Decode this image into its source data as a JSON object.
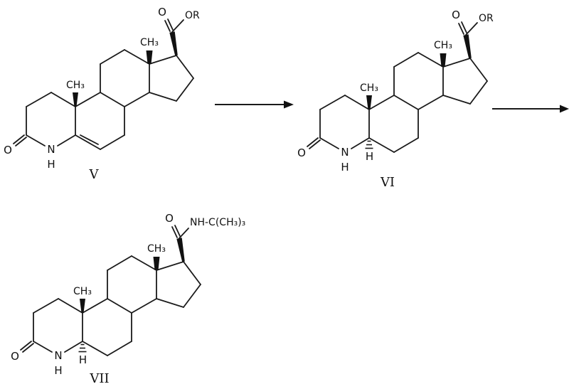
{
  "scheme": {
    "kind": "chemical-reaction-scheme",
    "labels": {
      "ch3": "CH₃",
      "oxygen": "O",
      "nitrogen": "N",
      "hydrogen": "H",
      "ester": "OR",
      "amide": "NH-C(CH₃)₃"
    },
    "structures": [
      {
        "roman": "V"
      },
      {
        "roman": "VI"
      },
      {
        "roman": "VII"
      }
    ],
    "arrow_count": 2
  }
}
